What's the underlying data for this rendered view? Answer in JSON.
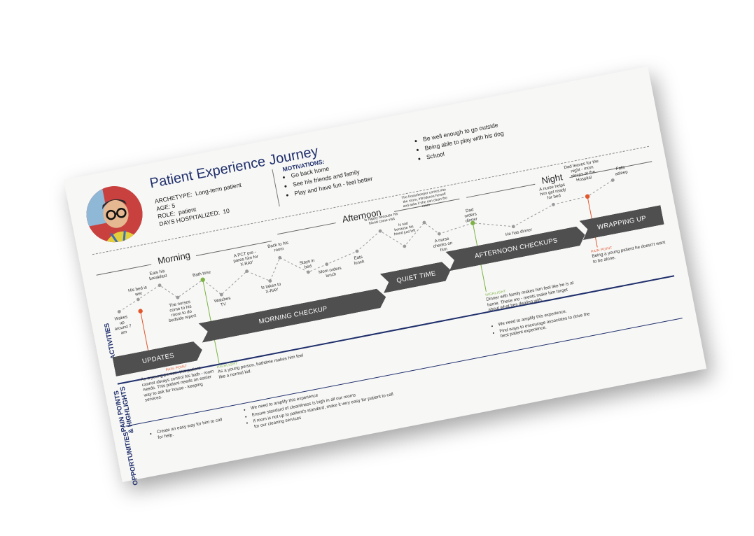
{
  "header": {
    "title": "Patient Experience Journey",
    "archetype_label": "ARCHETYPE:",
    "archetype_value": "Long-term patient",
    "age_label": "AGE:",
    "age_value": "5",
    "role_label": "ROLE:",
    "role_value": "patient",
    "days_label": "DAYS HOSPITALIZED:",
    "days_value": "10"
  },
  "motivations": {
    "heading": "MOTIVATIONS:",
    "items": [
      "Go back home",
      "See his friends and family",
      "Play and have fun - feel better",
      "Be well enough to go outside",
      "Being able to play with his dog",
      "School"
    ]
  },
  "periods": {
    "morning": "Morning",
    "afternoon": "Afternoon",
    "night": "Night"
  },
  "activities": [
    "Wakes up around 7 am",
    "His bed is wet",
    "Eats his breakfast",
    "The nurses come to his room to do bedside report",
    "Bath time",
    "Watches TV",
    "A PCT pre - pares him for X-RAY",
    "Is taken to X-RAY",
    "Back to his room",
    "Stays in bed",
    "Mom orders lunch",
    "Eats lunch",
    "Is happy because his friend come visit",
    "Is sad because his friend just left",
    "The housekeeper comes into the room, introduces herself and asks if she can clean the room",
    "A nurse checks on him",
    "Dad orders dinner",
    "He has dinner",
    "A nurse helps him get ready for bed",
    "Dad leaves for the night - mom sleeps at the Hospital",
    "Falls asleep"
  ],
  "bands": {
    "updates": "UPDATES",
    "morning_checkup": "MORNING CHECKUP",
    "quiet_time": "QUIET TIME",
    "afternoon_checkups": "AFTERNOON CHECKUPS",
    "wrapping_up": "WRAPPING UP"
  },
  "row_labels": {
    "activities": "ACTIVITIES",
    "pain_line1": "PAIN POINTS",
    "pain_line2": "& HIGHLIGHTS",
    "opportunities": "OPPORTUNITIES"
  },
  "pain_points": {
    "tag": "PAIN POINT",
    "p1": "As a young person, this patient cannot always control his bath - room needs. This patient needs an easier way to ask for house - keeping services.",
    "p2": "Being a young patient he doesn't want to be alone."
  },
  "highlights": {
    "tag": "HIGHLIGHT",
    "h1": "As a young person, bathtime makes him feel like a normal kid.",
    "h2": "Dinner with family makes him feel like he is at home. These mo - ments make him forget about what hes dealing with."
  },
  "opportunities": {
    "col1": [
      "Create an easy way for him to call for help."
    ],
    "col2": [
      "We need to amplify this experience",
      "Ensure standard of cleanliness is high in all our rooms",
      "If room is not up to patient's standard, make it very easy for patient to call for our cleaning services"
    ],
    "col3": [
      "We need to amplify this experience.",
      "Find ways to encourage associates to drive the best patient experience."
    ]
  },
  "colors": {
    "navy": "#1f2f6b",
    "band": "#4f4f4f",
    "pain": "#e2562a",
    "highlight": "#7cb342"
  },
  "icons": {
    "avatar": "child-with-glasses-photo"
  }
}
